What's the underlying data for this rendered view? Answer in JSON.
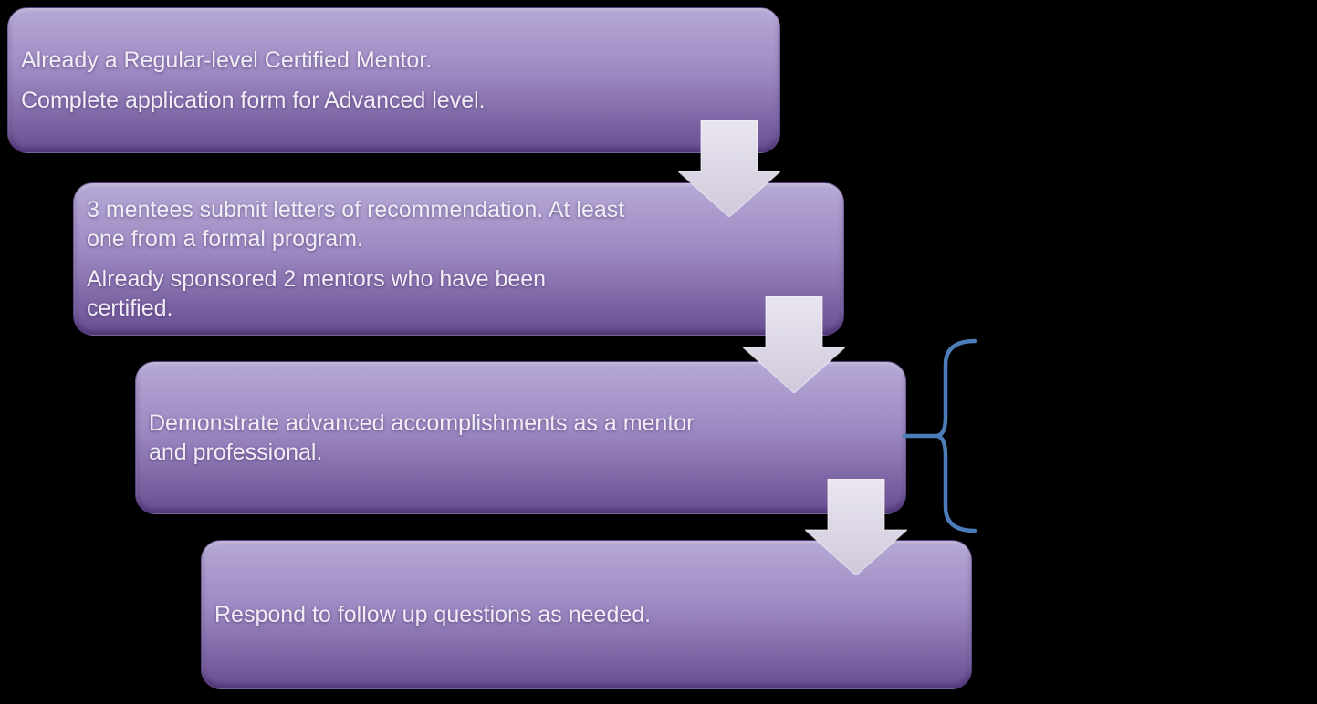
{
  "diagram": {
    "type": "step-down-process",
    "theme": {
      "background": "#000000",
      "box_top": "#b6a9d6",
      "box_mid": "#9d89c2",
      "box_bottom": "#6b5194",
      "text_color": "#f1edf7",
      "arrow_top": "#eae6f0",
      "arrow_bottom": "#cfc8db",
      "brace_color": "#4d7db8"
    },
    "steps": [
      {
        "paragraphs": [
          [
            "Already a Regular-level Certified Mentor."
          ],
          [
            "Complete application form for Advanced level."
          ]
        ]
      },
      {
        "paragraphs": [
          [
            "3 mentees submit letters of recommendation. At least",
            "one from a formal program."
          ],
          [
            "Already sponsored 2 mentors who have been",
            "certified."
          ]
        ]
      },
      {
        "paragraphs": [
          [
            "Demonstrate advanced accomplishments as a mentor",
            "and professional."
          ]
        ]
      },
      {
        "paragraphs": [
          [
            "Respond to follow up questions as needed."
          ]
        ]
      }
    ]
  }
}
